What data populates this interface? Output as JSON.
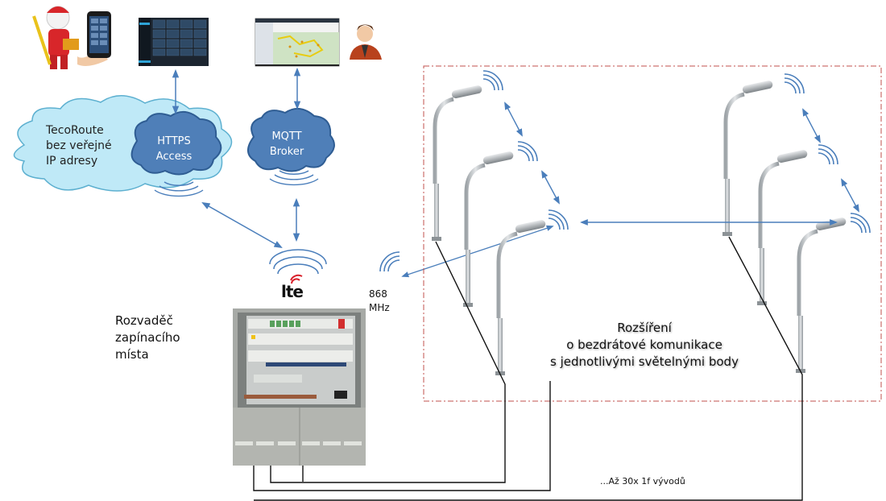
{
  "diagram": {
    "top_images": [
      {
        "name": "technician-with-phone",
        "description": "technician with tools and smartphone app"
      },
      {
        "name": "tablet-dashboard",
        "description": "dashboard app screenshot"
      },
      {
        "name": "map-dispatcher",
        "description": "map application with dispatcher"
      }
    ],
    "clouds": {
      "tecoroute": {
        "lines": [
          "TecoRoute",
          "bez veřejné",
          "IP adresy"
        ]
      },
      "https": {
        "lines": [
          "HTTPS",
          "Access"
        ]
      },
      "mqtt": {
        "lines": [
          "MQTT",
          "Broker"
        ]
      }
    },
    "switchboard": {
      "lines": [
        "Rozvaděč",
        "zapínacího",
        "místa"
      ],
      "lte_label": "lte"
    },
    "frequency": {
      "lines": [
        "868",
        "MHz"
      ]
    },
    "extension": {
      "lines": [
        "Rozšíření",
        "o bezdrátové komunikace",
        "s jednotlivými světelnými body"
      ]
    },
    "outputs_label": "...Až 30x 1f vývodů",
    "colors": {
      "arrow": "#4a7ebb",
      "cloud_light": "#bfe9f7",
      "cloud_dark": "#4f7fb8",
      "dashed_border": "#c0504d",
      "wire": "#111111"
    }
  }
}
